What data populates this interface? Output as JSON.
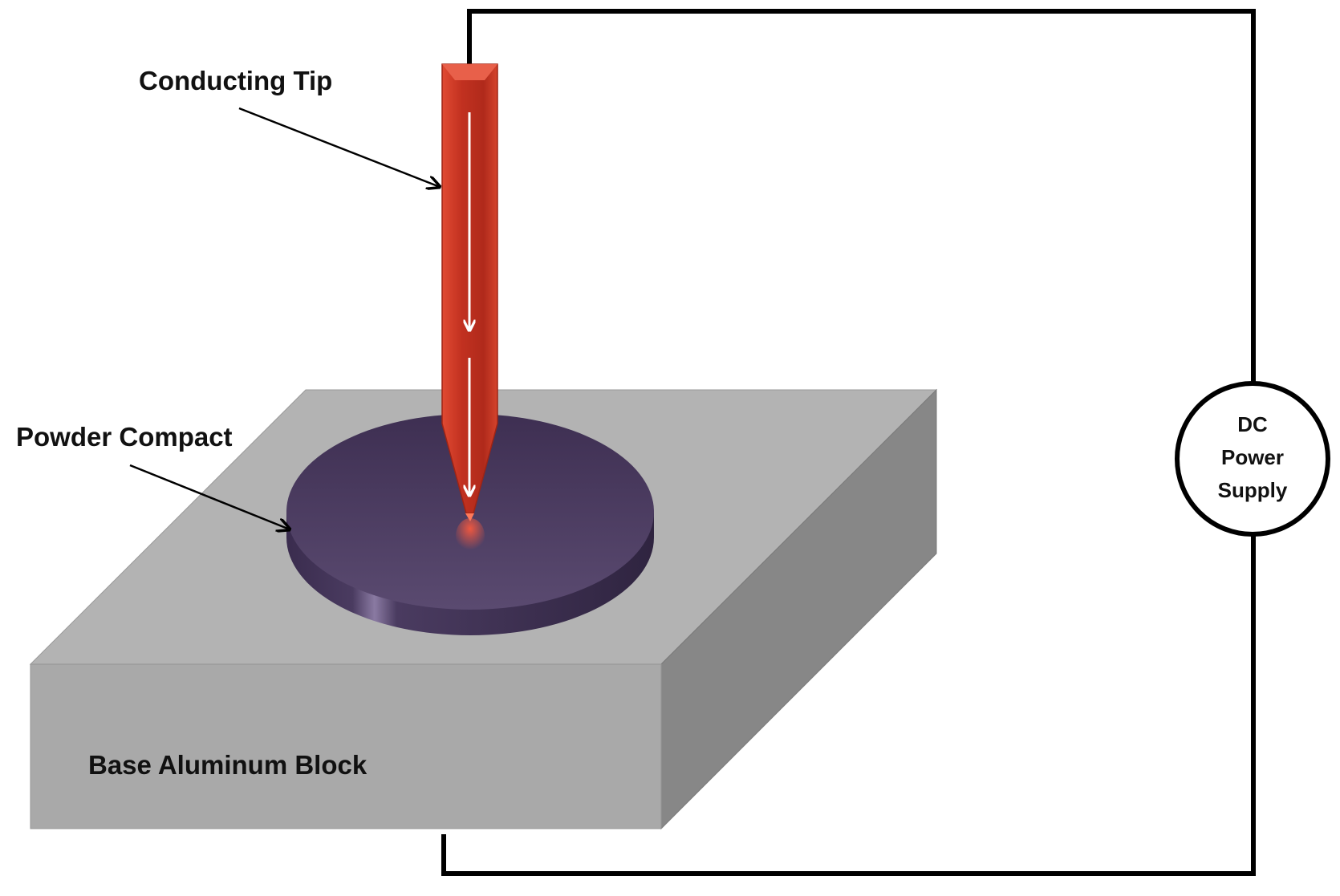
{
  "labels": {
    "conducting_tip": "Conducting Tip",
    "powder_compact": "Powder Compact",
    "base_block": "Base Aluminum Block",
    "power_supply_line1": "DC",
    "power_supply_line2": "Power",
    "power_supply_line3": "Supply"
  },
  "colors": {
    "wire": "#000000",
    "tip": "#c0392b",
    "compact": "#4a3a5e",
    "block_top": "#b3b3b3",
    "block_front": "#a9a9a9",
    "block_side": "#878787",
    "current_arrow": "#ffffff"
  }
}
